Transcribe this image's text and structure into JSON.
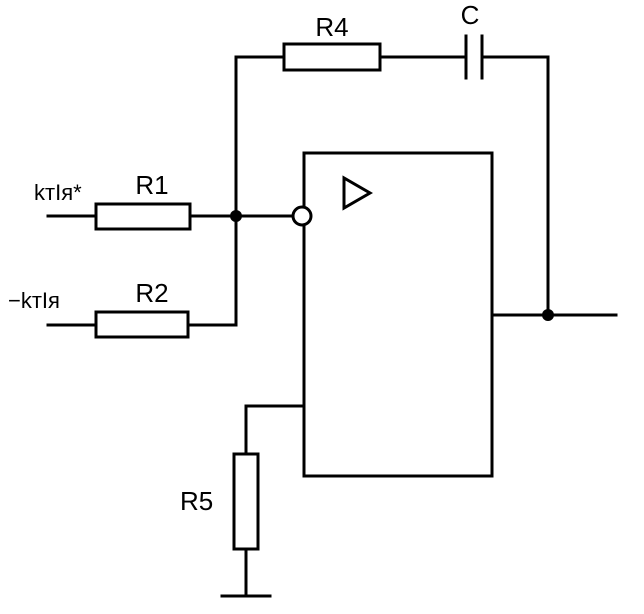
{
  "labels": {
    "r1": "R1",
    "r2": "R2",
    "r4": "R4",
    "r5": "R5",
    "c": "C"
  },
  "inputs": {
    "in1": "kтIя*",
    "in2": "−kтIя"
  },
  "colors": {
    "stroke": "#000000",
    "background": "#ffffff"
  }
}
